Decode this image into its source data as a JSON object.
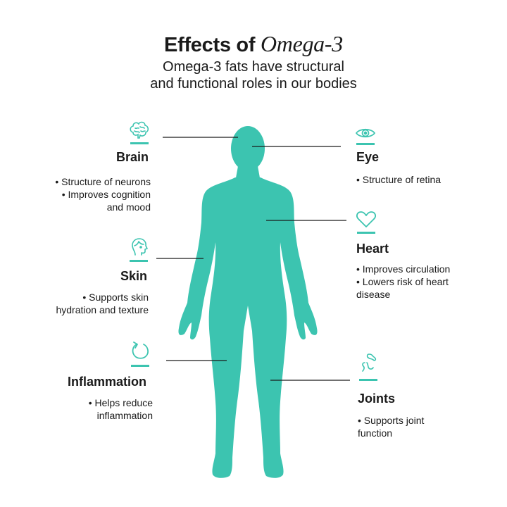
{
  "header": {
    "title_main": "Effects of",
    "title_accent": "Omega-3",
    "subtitle_line1": "Omega-3 fats have structural",
    "subtitle_line2": "and functional roles in our bodies"
  },
  "colors": {
    "accent": "#3cc4b0",
    "text": "#1a1a1a",
    "line": "#1a1a1a"
  },
  "effects": {
    "brain": {
      "label": "Brain",
      "icon": "brain-icon",
      "lines": [
        "• Structure of neurons",
        "• Improves cognition",
        "and mood"
      ]
    },
    "skin": {
      "label": "Skin",
      "icon": "face-icon",
      "lines": [
        "• Supports skin",
        "hydration and texture"
      ]
    },
    "inflammation": {
      "label": "Inflammation",
      "icon": "circular-arrow-icon",
      "lines": [
        "• Helps reduce",
        "inflammation"
      ]
    },
    "eye": {
      "label": "Eye",
      "icon": "eye-icon",
      "lines": [
        "• Structure of retina"
      ]
    },
    "heart": {
      "label": "Heart",
      "icon": "heart-icon",
      "lines": [
        "• Improves circulation",
        "• Lowers risk of heart",
        "disease"
      ]
    },
    "joints": {
      "label": "Joints",
      "icon": "joint-bones-icon",
      "lines": [
        "• Supports joint",
        "function"
      ]
    }
  }
}
